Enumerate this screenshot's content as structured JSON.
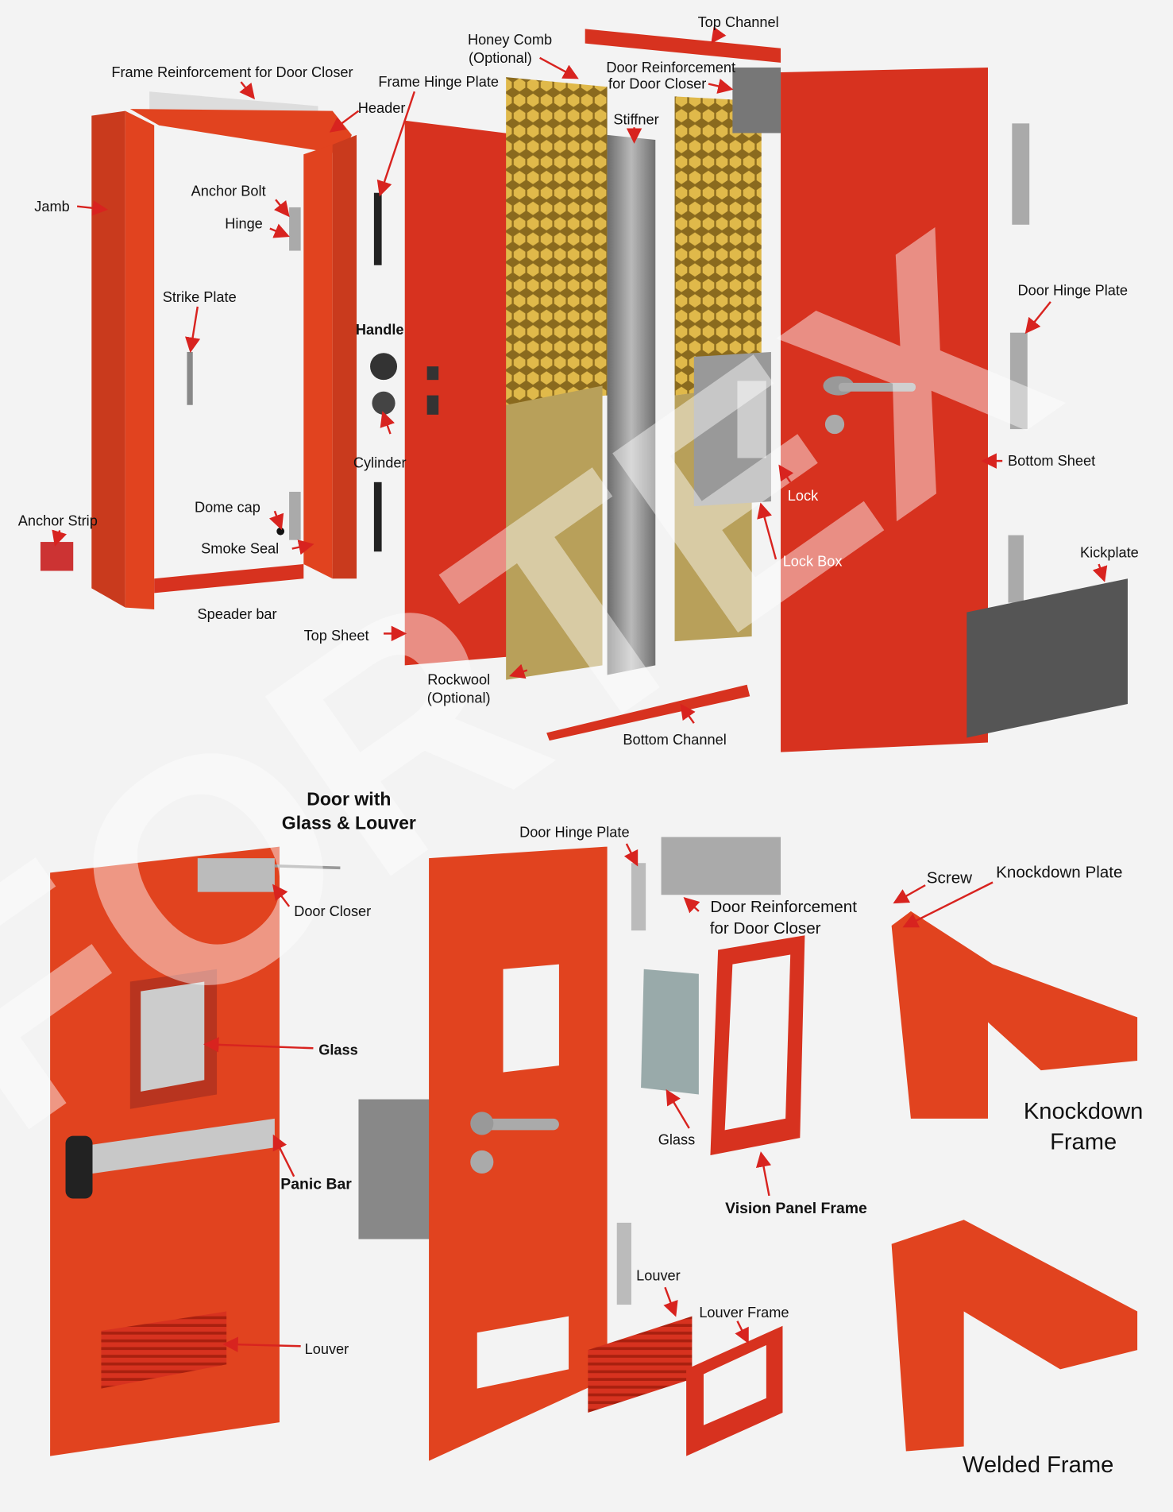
{
  "colors": {
    "door_red": "#d7321f",
    "frame_orange": "#e1431f",
    "honeycomb": "#c9a23a",
    "rockwool": "#b8a05a",
    "steel": "#8a8a8a",
    "arrow": "#d8231f",
    "background": "#f3f3f3"
  },
  "watermark": "FORTEX",
  "labels": {
    "top_channel": "Top Channel",
    "honey_comb": [
      "Honey Comb",
      "(Optional)"
    ],
    "frame_reinforcement": "Frame Reinforcement for Door Closer",
    "frame_hinge_plate": "Frame Hinge Plate",
    "door_reinforcement_top": [
      "Door Reinforcement",
      "for Door Closer"
    ],
    "header": "Header",
    "stiffner": "Stiffner",
    "jamb": "Jamb",
    "anchor_bolt": "Anchor Bolt",
    "hinge": "Hinge",
    "door_hinge_plate_top": "Door Hinge Plate",
    "strike_plate": "Strike Plate",
    "handle": "Handle",
    "cylinder": "Cylinder",
    "bottom_sheet": "Bottom Sheet",
    "lock": "Lock",
    "dome_cap": "Dome cap",
    "anchor_strip": "Anchor Strip",
    "smoke_seal": "Smoke Seal",
    "lock_box": "Lock Box",
    "kickplate": "Kickplate",
    "speader_bar": "Speader bar",
    "top_sheet": "Top Sheet",
    "rockwool": [
      "Rockwool",
      "(Optional)"
    ],
    "bottom_channel": "Bottom Channel",
    "door_glass_louver": [
      "Door with",
      "Glass & Louver"
    ],
    "door_hinge_plate_bottom": "Door Hinge Plate",
    "screw": "Screw",
    "knockdown_plate": "Knockdown Plate",
    "door_closer": "Door Closer",
    "door_reinforcement_bottom": [
      "Door Reinforcement",
      "for Door Closer"
    ],
    "glass_left": "Glass",
    "knockdown_frame": [
      "Knockdown",
      "Frame"
    ],
    "glass_right": "Glass",
    "panic_bar": "Panic Bar",
    "vision_panel_frame": "Vision Panel Frame",
    "louver_right": "Louver",
    "louver_frame": "Louver Frame",
    "louver_left": "Louver",
    "welded_frame": "Welded Frame"
  }
}
